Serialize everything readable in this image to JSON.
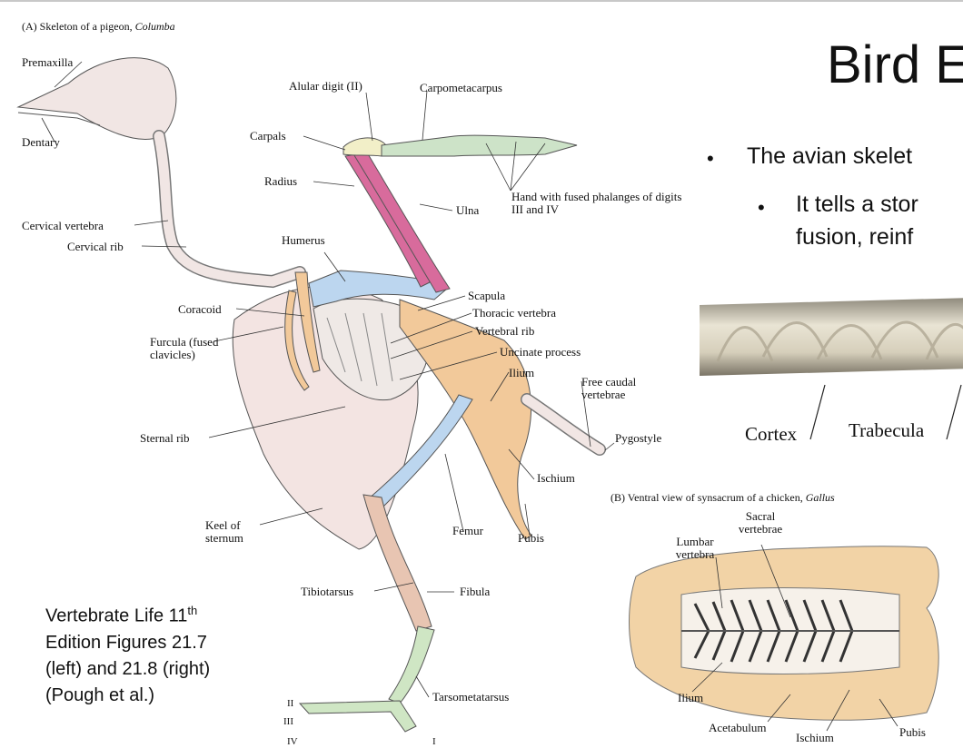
{
  "slide": {
    "title": "Bird E",
    "bullet_1": "The avian skelet",
    "bullet_2_line1": "It tells a stor",
    "bullet_2_line2": "fusion, reinf",
    "credit_line1": "Vertebrate Life 11",
    "credit_sup": "th",
    "credit_line2": "Edition Figures 21.7",
    "credit_line3": "(left) and 21.8 (right)",
    "credit_line4": "(Pough et al.)"
  },
  "figure_a": {
    "label_prefix": "(A)  Skeleton of a pigeon, ",
    "label_genus": "Columba",
    "labels": {
      "premaxilla": "Premaxilla",
      "dentary": "Dentary",
      "cervical_vertebra": "Cervical vertebra",
      "cervical_rib": "Cervical rib",
      "coracoid": "Coracoid",
      "furcula": "Furcula (fused clavicles)",
      "sternal_rib": "Sternal rib",
      "keel": "Keel of sternum",
      "tibiotarsus": "Tibiotarsus",
      "alular_digit": "Alular digit (II)",
      "carpometacarpus": "Carpometacarpus",
      "carpals": "Carpals",
      "radius": "Radius",
      "ulna": "Ulna",
      "hand": "Hand with fused phalanges of digits III and IV",
      "humerus": "Humerus",
      "scapula": "Scapula",
      "thoracic_vertebra": "Thoracic vertebra",
      "vertebral_rib": "Vertebral rib",
      "uncinate_process": "Uncinate process",
      "ilium": "Ilium",
      "free_caudal": "Free caudal vertebrae",
      "pygostyle": "Pygostyle",
      "ischium": "Ischium",
      "femur": "Femur",
      "pubis": "Pubis",
      "fibula": "Fibula",
      "tarsometatarsus": "Tarsometatarsus",
      "digit_ii": "II",
      "digit_iii": "III",
      "digit_iv": "IV",
      "digit_i": "I"
    }
  },
  "photo": {
    "cortex": "Cortex",
    "trabecula": "Trabecula"
  },
  "figure_b": {
    "label_prefix": "(B)  Ventral view of synsacrum of a chicken, ",
    "label_genus": "Gallus",
    "labels": {
      "sacral_vertebrae": "Sacral vertebrae",
      "lumbar_vertebra": "Lumbar vertebra",
      "ilium": "Ilium",
      "acetabulum": "Acetabulum",
      "ischium": "Ischium",
      "pubis": "Pubis"
    }
  },
  "colors": {
    "skull": "#f1e6e4",
    "sternum": "#f3e4e2",
    "humerus_femur": "#bcd6ef",
    "radius_ulna": "#d86b9c",
    "carpals": "#f2efc8",
    "hand": "#cde3c8",
    "pelvis": "#f2c99a",
    "tibiotarsus": "#e8c5b2",
    "foot": "#cfe6c4",
    "outline": "#555555"
  }
}
